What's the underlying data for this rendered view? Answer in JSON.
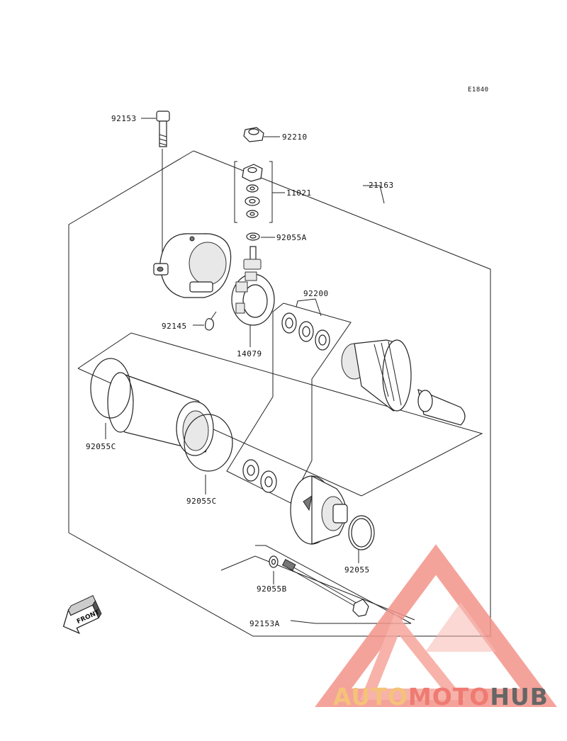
{
  "diagram": {
    "ref_code": "E1840",
    "front_label": "FRONT",
    "parts": [
      {
        "id": "p-92153",
        "label": "92153"
      },
      {
        "id": "p-92210",
        "label": "92210"
      },
      {
        "id": "p-11021",
        "label": "11021"
      },
      {
        "id": "p-21163",
        "label": "21163"
      },
      {
        "id": "p-92055A",
        "label": "92055A"
      },
      {
        "id": "p-92200",
        "label": "92200"
      },
      {
        "id": "p-92145",
        "label": "92145"
      },
      {
        "id": "p-14079",
        "label": "14079"
      },
      {
        "id": "p-92055C-1",
        "label": "92055C"
      },
      {
        "id": "p-92055C-2",
        "label": "92055C"
      },
      {
        "id": "p-92055",
        "label": "92055"
      },
      {
        "id": "p-92055B",
        "label": "92055B"
      },
      {
        "id": "p-92153A",
        "label": "92153A"
      }
    ]
  },
  "watermark": {
    "word_part1": "AUTO",
    "word_part2": "MOTO",
    "word_part3": "HUB",
    "colors": {
      "light": "#f5c27a",
      "red": "#ee7b72",
      "grey": "#666666"
    }
  }
}
